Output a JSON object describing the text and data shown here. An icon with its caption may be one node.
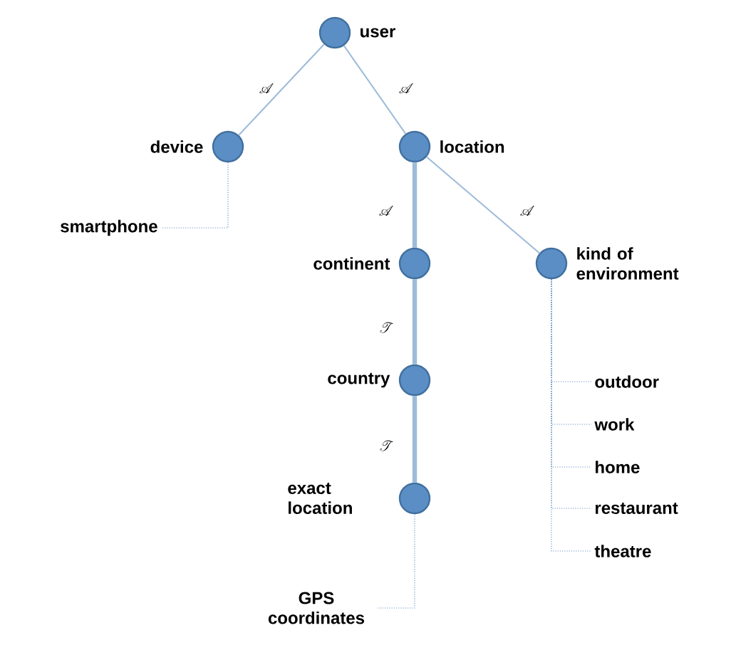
{
  "diagram": {
    "nodes": [
      {
        "text": [
          "user"
        ]
      },
      {
        "text": [
          "device"
        ]
      },
      {
        "text": [
          "location"
        ]
      },
      {
        "text": [
          "smartphone"
        ]
      },
      {
        "text": [
          "continent"
        ]
      },
      {
        "text": [
          "kind of environment"
        ]
      },
      {
        "text": [
          "country"
        ]
      },
      {
        "text": [
          "exact location"
        ]
      },
      {
        "text": [
          "outdoor"
        ]
      },
      {
        "text": [
          "work"
        ]
      },
      {
        "text": [
          "home"
        ]
      },
      {
        "text": [
          "restaurant"
        ]
      },
      {
        "text": [
          "theatre"
        ]
      },
      {
        "text": [
          "GPS coordinates"
        ]
      }
    ],
    "edges": [
      {
        "from": 0,
        "to": 1,
        "arrow": "none",
        "label": "\\mathscr{A}"
      },
      {
        "from": 0,
        "to": 2,
        "arrow": "none",
        "label": "\\mathscr{A}"
      },
      {
        "from": 1,
        "to": 3,
        "arrow": "none",
        "style": "dashed"
      },
      {
        "from": 2,
        "to": 4,
        "arrow": "none",
        "style": "thick",
        "label": "\\mathscr{A}"
      },
      {
        "from": 2,
        "to": 5,
        "arrow": "none",
        "label": "\\mathscr{A}"
      },
      {
        "from": 4,
        "to": 6,
        "arrow": "none",
        "style": "thick",
        "label": "\\mathscr{T}"
      },
      {
        "from": 6,
        "to": 7,
        "arrow": "none",
        "style": "thick",
        "label": "\\mathscr{T}"
      },
      {
        "from": 5,
        "to": 8,
        "arrow": "none",
        "style": "dashed"
      },
      {
        "from": 5,
        "to": 9,
        "arrow": "none",
        "style": "dashed"
      },
      {
        "from": 5,
        "to": 10,
        "arrow": "none",
        "style": "dashed"
      },
      {
        "from": 5,
        "to": 11,
        "arrow": "none",
        "style": "dashed"
      },
      {
        "from": 5,
        "to": 12,
        "arrow": "none",
        "style": "dashed"
      },
      {
        "from": 7,
        "to": 13,
        "arrow": "none",
        "style": "dashed"
      }
    ]
  }
}
